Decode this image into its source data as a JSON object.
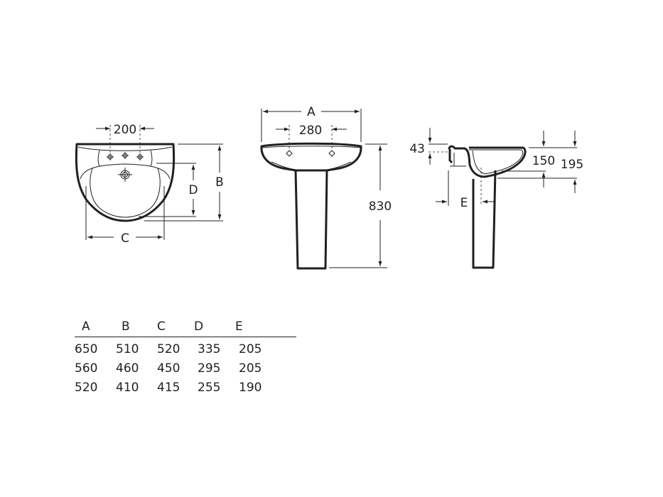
{
  "drawing": {
    "top_view": {
      "dim_tap_spacing": "200",
      "dim_width_label": "C",
      "dim_depth_label": "B",
      "dim_bowl_label": "D"
    },
    "front_view": {
      "dim_overall_label": "A",
      "dim_tap_spacing": "280",
      "dim_height": "830"
    },
    "side_view": {
      "dim_rim_thickness": "43",
      "dim_bowl_depth": "150",
      "dim_total_depth": "195",
      "dim_offset_label": "E"
    }
  },
  "table": {
    "headers": [
      "A",
      "B",
      "C",
      "D",
      "E"
    ],
    "rows": [
      [
        "650",
        "510",
        "520",
        "335",
        "205"
      ],
      [
        "560",
        "460",
        "450",
        "295",
        "205"
      ],
      [
        "520",
        "410",
        "415",
        "255",
        "190"
      ]
    ]
  }
}
